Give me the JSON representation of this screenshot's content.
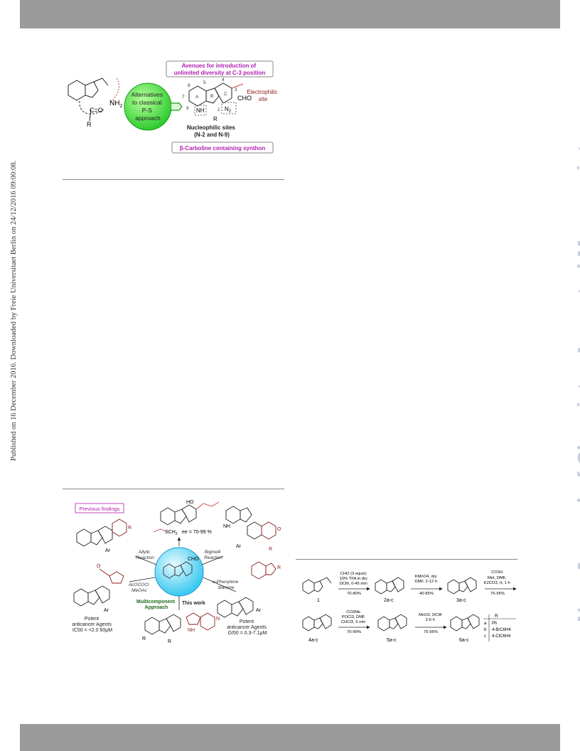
{
  "header": {
    "band_color": "#9b9b9b"
  },
  "side_note": "Published on 16 December 2016. Downloaded by Freie Universitaet Berlin on 24/12/2016 09:00:08.",
  "watermark": "New Journal of Chemistry Accepted Manuscript",
  "figure1": {
    "c_o": "C=O",
    "r": "R",
    "nh2": "NH",
    "nh2_sub": "2",
    "bubble_lines": [
      "Alternatives",
      "to classical",
      "P-S",
      "approach"
    ],
    "avenues_lines": [
      "Avenues for introduction of",
      "unlimited diversity at C-3 position"
    ],
    "cho": "CHO",
    "electrophilic_lines": [
      "Electrophilic",
      "site"
    ],
    "nucleophilic_lines": [
      "Nucleophilic sites",
      "(N-2 and N-9)"
    ],
    "nh": "NH",
    "n2": "N",
    "n2_sub": "2",
    "r1": "R",
    "num_labels": [
      "8",
      "5",
      "4",
      "3",
      "9",
      "1",
      "A",
      "C",
      "B",
      "7"
    ],
    "synthon": "β-Carboline containing synthon"
  },
  "figure2": {
    "previous": "Previous findings",
    "ho": "HO",
    "ee": "ee = 70-99 %",
    "sch3": "SCH",
    "sch3_sub": "3",
    "allylic": [
      "Allylic",
      "Reaction"
    ],
    "biginelli": [
      "Biginelli",
      "Reaction"
    ],
    "cho": "CHO",
    "o_phenylene": [
      "o-Phenylene",
      "diamine"
    ],
    "acocl": [
      "AcOCOCl",
      "MeOAc"
    ],
    "multicomponent": [
      "Multicomponent",
      "Approach"
    ],
    "this_work": "This work",
    "potent": [
      "Potent",
      "anticancer Agents",
      "IC50 = <2.0 60μM"
    ],
    "potent_agents": [
      "Potent",
      "anticancer Agents",
      "GI50 = 0.3-7.1μM"
    ],
    "ar": "Ar",
    "nh": "NH",
    "n": "N",
    "o": "O",
    "r1": "R",
    "r2": "R"
  },
  "scheme1": {
    "reagents_1": [
      "CHO (3 equiv)",
      "10% TFA in dry",
      "DCM, 0-45 min"
    ],
    "yield_1": "70-80%",
    "reagents_2": [
      "KMnO4, dry",
      "DMF, 2-12 h"
    ],
    "yield_2": "40-85%",
    "reagents_3": [
      "CO2H",
      "MeI, DMF,",
      "K2CO3, rt, 1 h"
    ],
    "yield_3": "75-95%",
    "reagents_4": [
      "CO2Me",
      "POCl3, DMF",
      "CHCl3, 5 min"
    ],
    "yield_4": "70-90%",
    "reagents_5": [
      "MnO2, DCM",
      "2-6 h"
    ],
    "yield_5": "75-95%",
    "labels": [
      "1",
      "2a-c",
      "3a-c",
      "4a-c",
      "5a-c",
      "6a-c"
    ],
    "table_head": "R",
    "table_rows": [
      {
        "id": "a",
        "val": "Ph"
      },
      {
        "id": "b",
        "val": "4-BrC6H4"
      },
      {
        "id": "c",
        "val": "4-ClC6H4"
      }
    ]
  }
}
